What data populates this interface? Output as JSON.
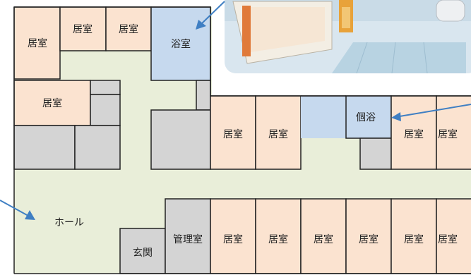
{
  "colors": {
    "living_room": "#fbe3d0",
    "bathroom": "#c6d9ee",
    "hall": "#e9eed9",
    "utility": "#d4d4d4",
    "wall": "#222222",
    "arrow": "#3f7fc3"
  },
  "rooms": {
    "kyoshitsu": "居室",
    "yokushitsu": "浴室",
    "koyoku": "個浴",
    "hall": "ホール",
    "genkan": "玄関",
    "kanrishitsu": "管理室"
  },
  "photo": {
    "subject": "bathroom-photo"
  }
}
